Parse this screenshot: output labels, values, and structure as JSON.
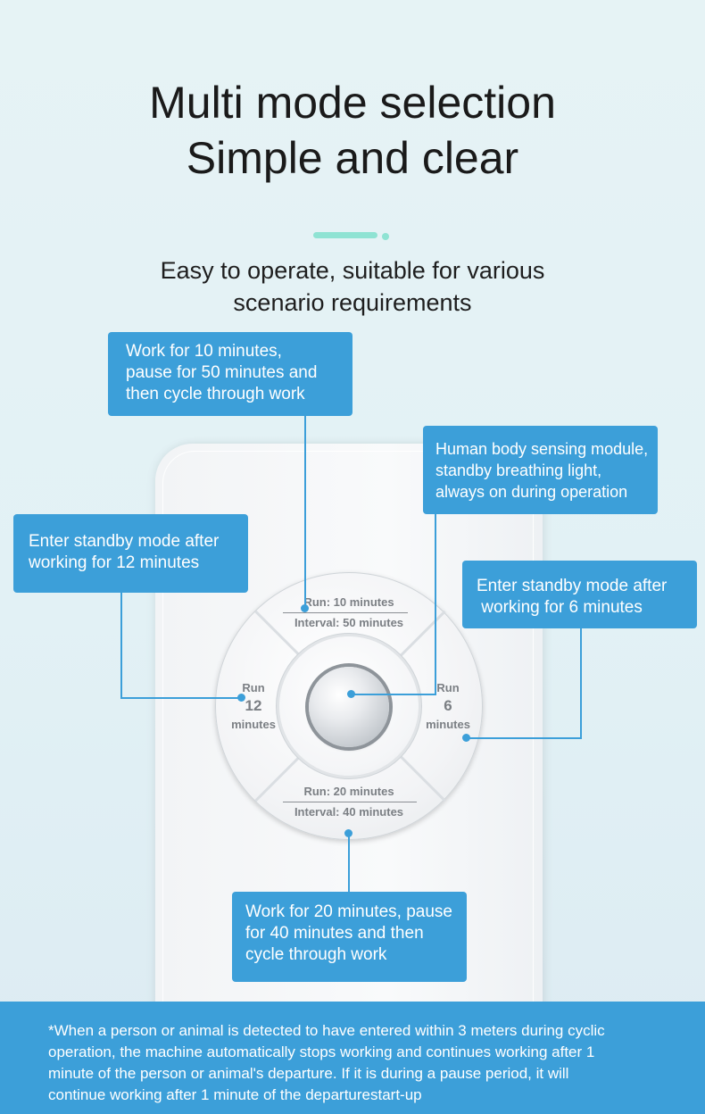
{
  "heading": {
    "line1": "Multi mode selection",
    "line2": "Simple and clear"
  },
  "subheading": {
    "line1": "Easy to operate, suitable for various",
    "line2": "scenario requirements"
  },
  "dial": {
    "top_run": "Run: 10 minutes",
    "top_interval": "Interval: 50 minutes",
    "left_run": "Run",
    "left_num": "12",
    "left_unit": "minutes",
    "right_run": "Run",
    "right_num": "6",
    "right_unit": "minutes",
    "bottom_run": "Run: 20 minutes",
    "bottom_interval": "Interval: 40 minutes"
  },
  "callouts": {
    "top": [
      "Work for 10 minutes,",
      "pause for 50 minutes and",
      "then cycle through work"
    ],
    "sensor": [
      "Human body sensing module,",
      "standby breathing light,",
      "always on during operation"
    ],
    "left": [
      "Enter standby mode after",
      "working for 12 minutes"
    ],
    "right": [
      "Enter standby mode after",
      " working for 6 minutes"
    ],
    "bottom": [
      "Work for 20 minutes, pause",
      "for 40 minutes and then",
      "cycle through work"
    ]
  },
  "footer": {
    "lines": [
      "*When a person or animal is detected to have entered within 3 meters during cyclic",
      "operation, the machine automatically stops working and continues working after 1",
      "minute of the person or animal's departure. If it is during a pause period, it will",
      "continue working after 1 minute of the departurestart-up"
    ]
  },
  "colors": {
    "callout_blue": "#3c9fd9",
    "accent_mint": "#8fe3d3",
    "background": "#e4f2f5"
  }
}
